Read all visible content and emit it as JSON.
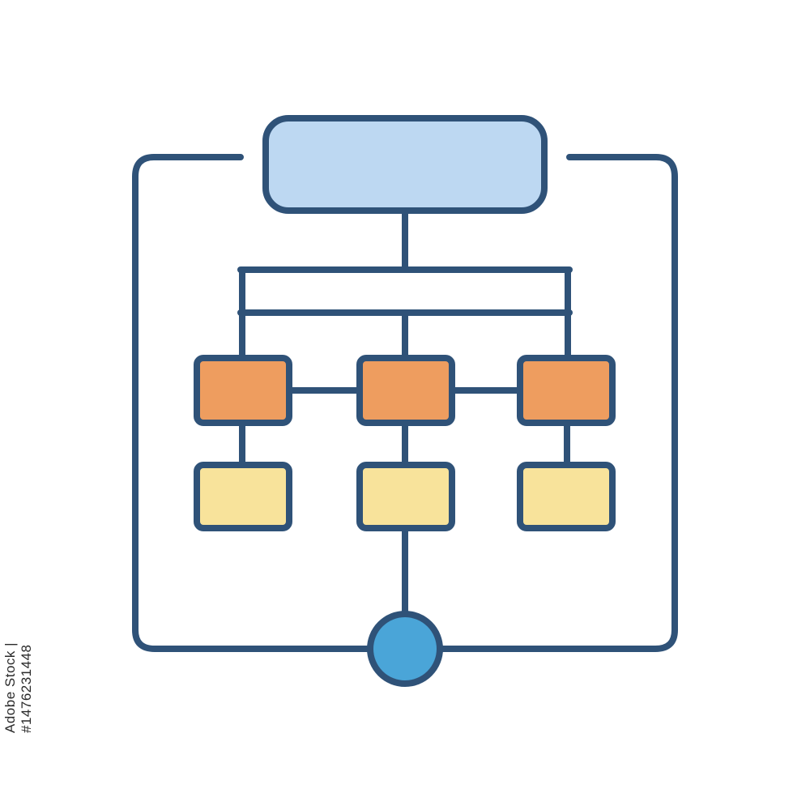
{
  "colors": {
    "outline": "#2f5278",
    "top_box_fill": "#bdd8f2",
    "middle_box_fill": "#ee9d5f",
    "bottom_box_fill": "#f8e39b",
    "node_fill": "#4aa5d8",
    "background": "#ffffff"
  },
  "diagram": {
    "kind": "hierarchy-flowchart-icon",
    "levels": 3,
    "boxes_per_lower_level": 3
  },
  "side_label": "Adobe Stock | #1476231448"
}
